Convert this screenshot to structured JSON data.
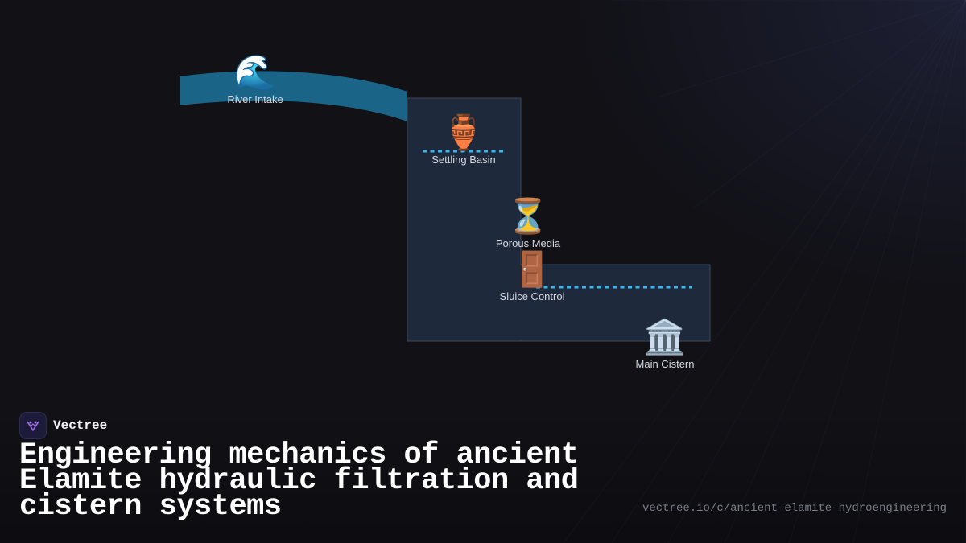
{
  "diagram": {
    "nodes": [
      {
        "id": "river-intake",
        "icon": "wave-icon",
        "emoji": "🌊",
        "label": "River Intake"
      },
      {
        "id": "settling-basin",
        "icon": "amphora-icon",
        "emoji": "🏺",
        "label": "Settling Basin"
      },
      {
        "id": "porous-media",
        "icon": "hourglass-icon",
        "emoji": "⏳",
        "label": "Porous Media"
      },
      {
        "id": "sluice-control",
        "icon": "door-icon",
        "emoji": "🚪",
        "label": "Sluice Control"
      },
      {
        "id": "main-cistern",
        "icon": "classical-building-icon",
        "emoji": "🏛️",
        "label": "Main Cistern"
      }
    ],
    "colors": {
      "channel": "#1b6e93",
      "basin_fill": "#1e293b",
      "basin_stroke": "#3a4a60",
      "water_line": "#38b6f0"
    }
  },
  "brand": {
    "name": "Vectree",
    "logo_icon": "vectree-logo-icon"
  },
  "title": "Engineering mechanics of ancient Elamite hydraulic filtration and cistern systems",
  "url": "vectree.io/c/ancient-elamite-hydroengineering"
}
